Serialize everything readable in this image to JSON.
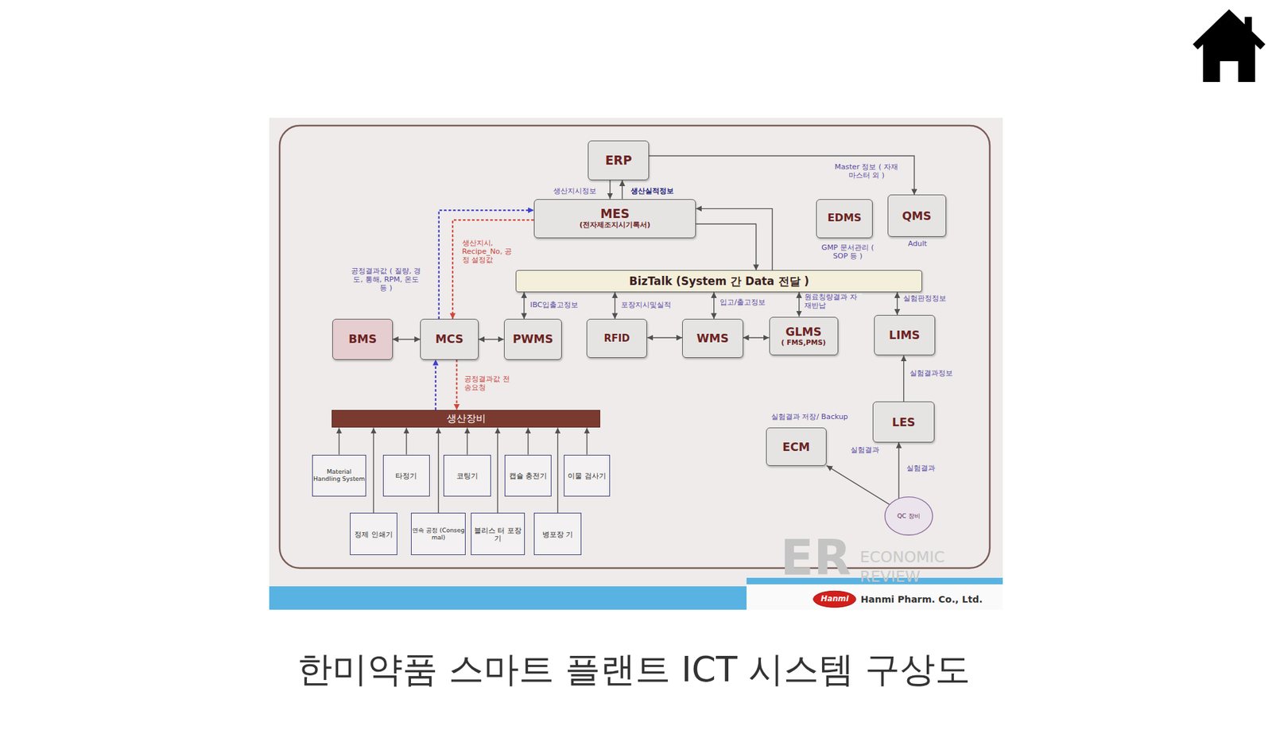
{
  "diagram": {
    "caption": "한미약품 스마트 플랜트 ICT 시스템 구상도",
    "nodes": [
      {
        "text": [
          "ERP"
        ]
      },
      {
        "text": [
          "MES",
          "(전자제조지시기록서)"
        ]
      },
      {
        "text": [
          "EDMS"
        ]
      },
      {
        "text": [
          "QMS"
        ]
      },
      {
        "text": [
          "BizTalk (System 간 Data 전달 )"
        ]
      },
      {
        "text": [
          "BMS"
        ]
      },
      {
        "text": [
          "MCS"
        ]
      },
      {
        "text": [
          "PWMS"
        ]
      },
      {
        "text": [
          "RFID"
        ]
      },
      {
        "text": [
          "WMS"
        ]
      },
      {
        "text": [
          "GLMS",
          "( FMS,PMS)"
        ]
      },
      {
        "text": [
          "LIMS"
        ]
      },
      {
        "text": [
          "LES"
        ]
      },
      {
        "text": [
          "생산장비"
        ]
      },
      {
        "text": [
          "ECM"
        ]
      },
      {
        "text": [
          "Material Handling System"
        ]
      },
      {
        "text": [
          "타정기"
        ]
      },
      {
        "text": [
          "코팅기"
        ]
      },
      {
        "text": [
          "캡슐 충전기"
        ]
      },
      {
        "text": [
          "이물 검사기"
        ]
      },
      {
        "text": [
          "정제 인쇄기"
        ]
      },
      {
        "text": [
          "연속 공정 (Conseg mal)"
        ]
      },
      {
        "text": [
          "블리스 터 포장기"
        ]
      },
      {
        "text": [
          "병포장 기"
        ]
      },
      {
        "text": [
          "QC 장비"
        ]
      },
      {
        "text": [
          "Hanmi"
        ]
      }
    ],
    "edges": [
      {
        "from": 0,
        "to": 1,
        "label": "생산지시정보",
        "arrow": "to"
      },
      {
        "from": 1,
        "to": 0,
        "label": "생산실적정보",
        "arrow": "to"
      },
      {
        "from": 0,
        "to": 3,
        "label": "Master 정보 ( 자재마스터 외 )",
        "arrow": "to"
      },
      {
        "from": 4,
        "to": 1,
        "arrow": "to"
      },
      {
        "from": 1,
        "to": 4,
        "arrow": "to"
      },
      {
        "from": 6,
        "to": 1,
        "label": "공정결과값 ( 질량, 경도, 통해, RPM, 온도 등 )",
        "arrow": "to"
      },
      {
        "from": 1,
        "to": 6,
        "label": "생산지시, Recipe_No, 공정 설정값",
        "arrow": "to"
      },
      {
        "from": 5,
        "to": 6,
        "arrow": "both"
      },
      {
        "from": 6,
        "to": 7,
        "arrow": "both"
      },
      {
        "from": 7,
        "to": 4,
        "label": "IBC입출고정보",
        "arrow": "both"
      },
      {
        "from": 8,
        "to": 4,
        "label": "포장지시및실적",
        "arrow": "both"
      },
      {
        "from": 8,
        "to": 9,
        "arrow": "both"
      },
      {
        "from": 9,
        "to": 4,
        "label": "입고/출고정보",
        "arrow": "both"
      },
      {
        "from": 9,
        "to": 10,
        "arrow": "both"
      },
      {
        "from": 10,
        "to": 4,
        "label": "원료칭량결과 자재반납",
        "arrow": "both"
      },
      {
        "from": 11,
        "to": 4,
        "label": "실험판정정보",
        "arrow": "both"
      },
      {
        "from": 12,
        "to": 11,
        "label": "실험결과정보",
        "arrow": "to"
      },
      {
        "from": 13,
        "to": 6,
        "arrow": "to"
      },
      {
        "from": 6,
        "to": 13,
        "label": "공정결과값 전송요청",
        "arrow": "to"
      },
      {
        "from": 15,
        "to": 13,
        "arrow": "to"
      },
      {
        "from": 16,
        "to": 13,
        "arrow": "to"
      },
      {
        "from": 17,
        "to": 13,
        "arrow": "to"
      },
      {
        "from": 18,
        "to": 13,
        "arrow": "to"
      },
      {
        "from": 19,
        "to": 13,
        "arrow": "to"
      },
      {
        "from": 20,
        "to": 13,
        "arrow": "to"
      },
      {
        "from": 21,
        "to": 13,
        "arrow": "to"
      },
      {
        "from": 22,
        "to": 13,
        "arrow": "to"
      },
      {
        "from": 23,
        "to": 13,
        "arrow": "to"
      },
      {
        "from": 24,
        "to": 14,
        "label": "실험결과",
        "arrow": "to"
      },
      {
        "from": 24,
        "to": 12,
        "label": "실험결과",
        "arrow": "to"
      }
    ],
    "labels": [
      "GMP 문서관리 ( SOP 등 )",
      "Adult",
      "실험결과 저장/ Backup",
      "ER",
      "ECONOMIC",
      "REVIEW",
      "Hanmi Pharm. Co., Ltd."
    ]
  }
}
